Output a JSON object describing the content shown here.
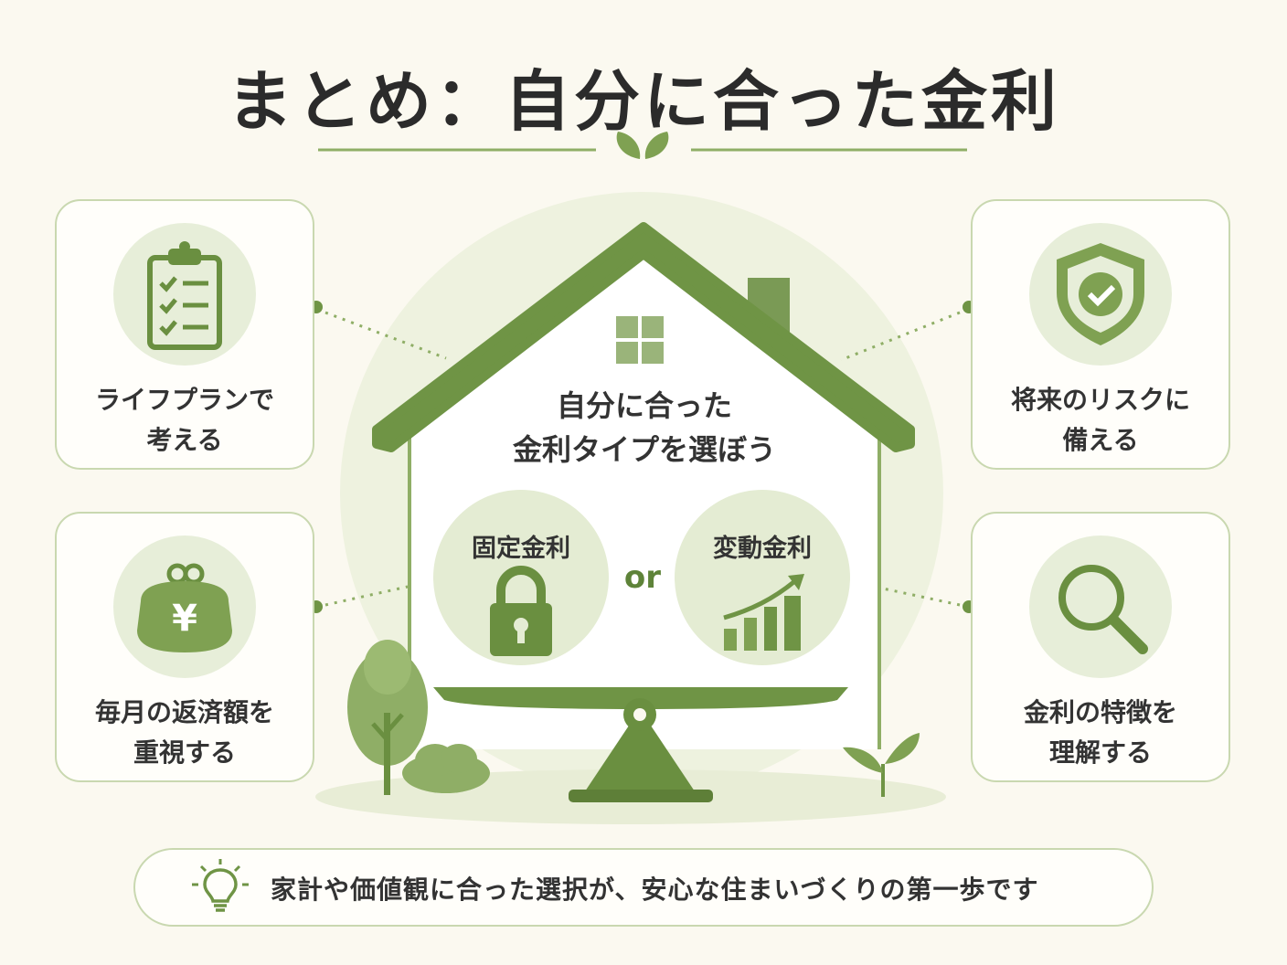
{
  "title": "まとめ：自分に合った金利",
  "center": {
    "line1": "自分に合った",
    "line2": "金利タイプを選ぼう",
    "option_fixed": "固定金利",
    "or": "or",
    "option_variable": "変動金利"
  },
  "cards": {
    "life": {
      "line1": "ライフプランで",
      "line2": "考える",
      "icon": "clipboard-checklist-icon"
    },
    "monthly": {
      "line1": "毎月の返済額を",
      "line2": "重視する",
      "icon": "yen-purse-icon"
    },
    "risk": {
      "line1": "将来のリスクに",
      "line2": "備える",
      "icon": "shield-check-icon"
    },
    "feature": {
      "line1": "金利の特徴を",
      "line2": "理解する",
      "icon": "magnifier-icon"
    }
  },
  "banner": {
    "message": "家計や価値観に合った選択が、安心な住まいづくりの第一歩です",
    "icon": "lightbulb-icon"
  },
  "colors": {
    "primary_green": "#6f9445",
    "light_green": "#e7eed9",
    "border_green": "#c9d8b0",
    "background": "#fbf9f0"
  }
}
